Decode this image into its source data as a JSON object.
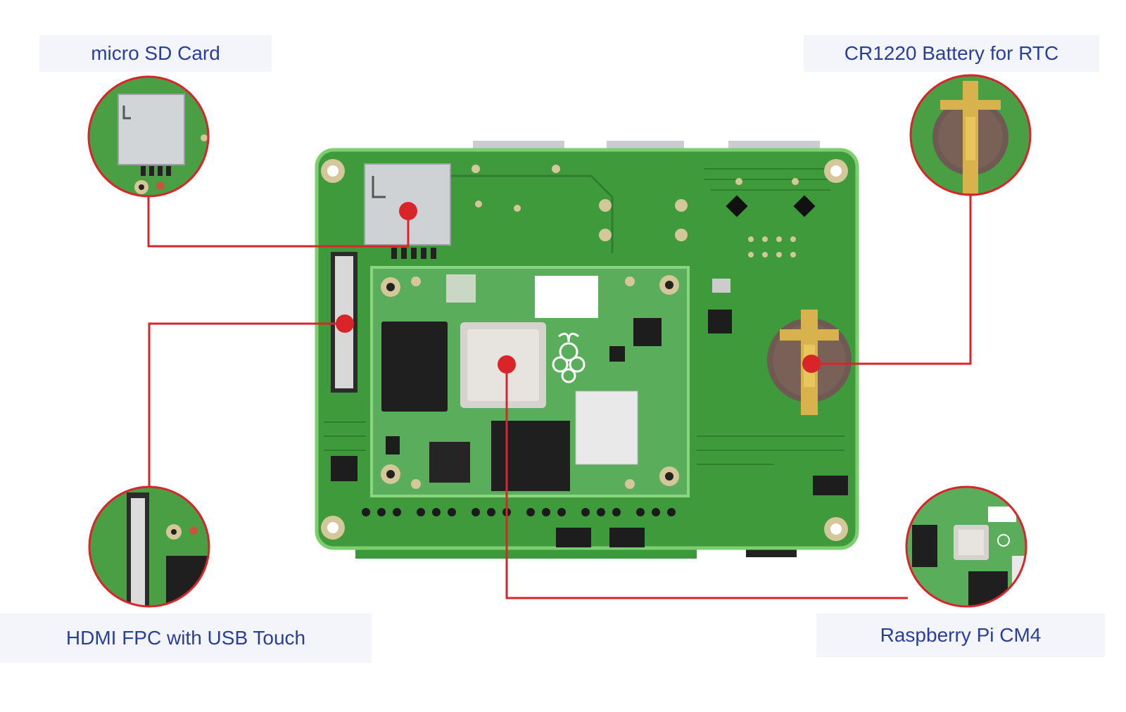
{
  "labels": {
    "micro_sd": "micro SD Card",
    "battery": "CR1220 Battery for RTC",
    "hdmi_fpc": "HDMI FPC with USB Touch",
    "cm4": "Raspberry Pi CM4"
  },
  "colors": {
    "pcb_green": "#3f9a3c",
    "pcb_dark": "#2f7d2e",
    "module_green": "#5aad5a",
    "callout_red": "#d9252a",
    "label_text": "#2a3f9c",
    "label_bg": "#f3f5fb"
  }
}
